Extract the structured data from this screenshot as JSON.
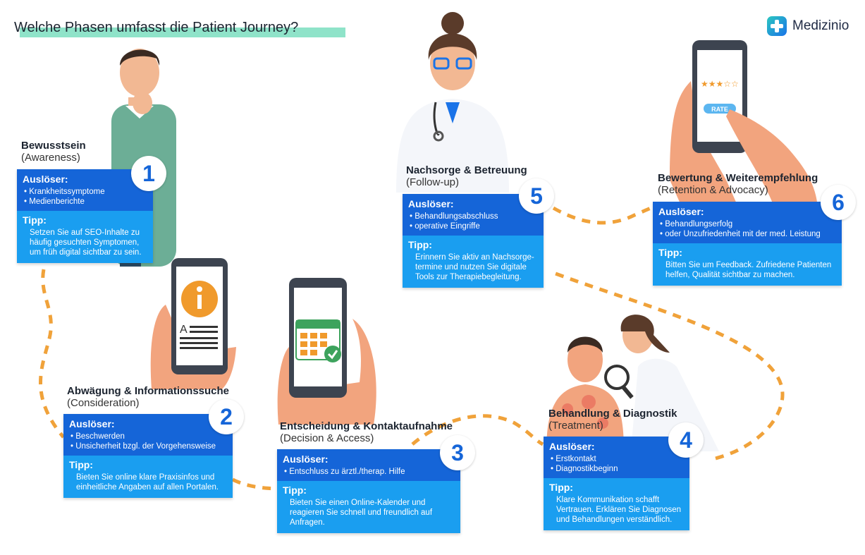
{
  "header": {
    "title": "Welche Phasen umfasst die Patient Journey?",
    "logo_text": "Medizinio"
  },
  "colors": {
    "card_top": "#1565d8",
    "card_bottom": "#1a9ef0",
    "path_dash": "#f0a23a",
    "title_highlight": "#8fe3c9"
  },
  "phases": [
    {
      "number": "1",
      "title": "Bewusstsein",
      "subtitle": "(Awareness)",
      "trigger_heading": "Auslöser:",
      "triggers": [
        "Krankheitssymptome",
        "Medienberichte"
      ],
      "tip_heading": "Tipp:",
      "tip": "Setzen Sie auf SEO-Inhalte zu häufig gesuchten Symptomen, um früh digital sichtbar zu sein."
    },
    {
      "number": "2",
      "title": "Abwägung & Informationssuche",
      "subtitle": "(Consideration)",
      "trigger_heading": "Auslöser:",
      "triggers": [
        "Beschwerden",
        "Unsicherheit bzgl. der Vorgehensweise"
      ],
      "tip_heading": "Tipp:",
      "tip": "Bieten Sie online klare Praxisinfos und einheitliche Angaben auf allen Portalen."
    },
    {
      "number": "3",
      "title": "Entscheidung & Kontaktaufnahme",
      "subtitle": "(Decision & Access)",
      "trigger_heading": "Auslöser:",
      "triggers": [
        "Entschluss zu ärztl./therap. Hilfe"
      ],
      "tip_heading": "Tipp:",
      "tip": "Bieten Sie einen Online-Kalender und reagieren Sie schnell und freundlich auf Anfragen."
    },
    {
      "number": "4",
      "title": "Behandlung & Diagnostik",
      "subtitle": "(Treatment)",
      "trigger_heading": "Auslöser:",
      "triggers": [
        "Erstkontakt",
        "Diagnostikbeginn"
      ],
      "tip_heading": "Tipp:",
      "tip": "Klare Kommunikation schafft Vertrauen. Erklären Sie Diagnosen und Behandlungen verständlich."
    },
    {
      "number": "5",
      "title": "Nachsorge & Betreuung",
      "subtitle": "(Follow-up)",
      "trigger_heading": "Auslöser:",
      "triggers": [
        "Behandlungsabschluss",
        "operative Eingriffe"
      ],
      "tip_heading": "Tipp:",
      "tip": "Erinnern Sie aktiv an Nachsorge-termine und nutzen Sie digitale Tools zur Therapiebegleitung."
    },
    {
      "number": "6",
      "title": "Bewertung & Weiterempfehlung",
      "subtitle": "(Retention & Advocacy)",
      "trigger_heading": "Auslöser:",
      "triggers": [
        "Behandlungserfolg",
        "oder Unzufriedenheit mit der med. Leistung"
      ],
      "tip_heading": "Tipp:",
      "tip": "Bitten Sie um Feedback. Zufriedene Patienten helfen, Qualität sichtbar zu machen."
    }
  ],
  "illustrations": {
    "phone_rate_label": "RATE",
    "phone_text_letter": "A"
  }
}
